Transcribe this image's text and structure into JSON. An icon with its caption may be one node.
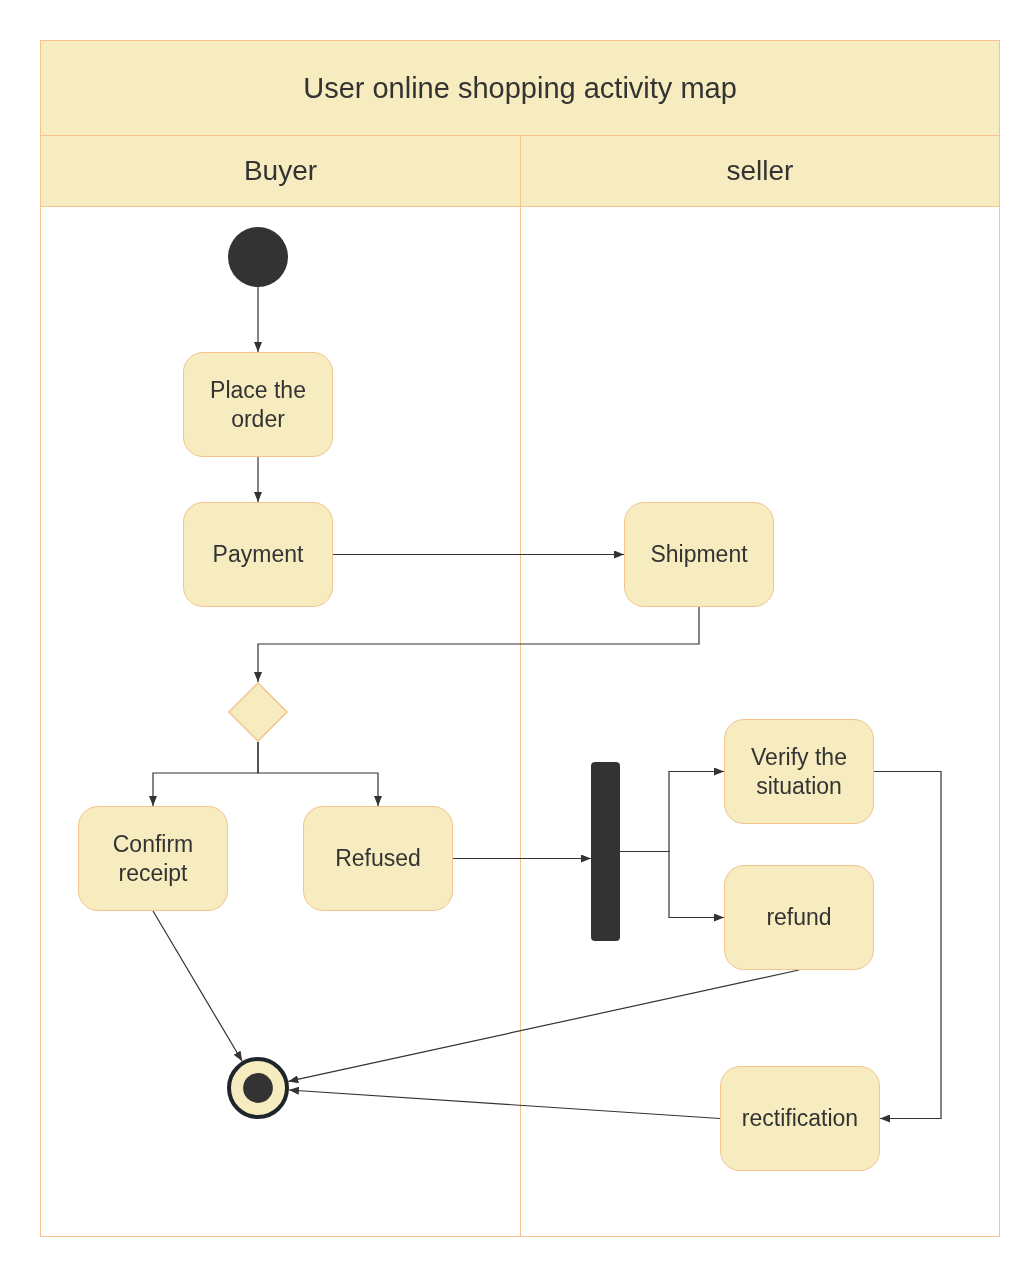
{
  "diagram": {
    "nodes": [
      {
        "text": [
          "User online shopping activity map"
        ]
      },
      {
        "text": [
          "Buyer"
        ],
        "in": 0
      },
      {
        "text": [
          "seller"
        ],
        "in": 0
      },
      {
        "text": [],
        "shape": "circle",
        "in": 1
      },
      {
        "text": [
          "Place the order"
        ],
        "in": 1
      },
      {
        "text": [
          "Payment"
        ],
        "in": 1
      },
      {
        "text": [
          "Shipment"
        ],
        "in": 2
      },
      {
        "text": [],
        "shape": "diamond",
        "in": 1
      },
      {
        "text": [
          "Confirm receipt"
        ],
        "in": 1
      },
      {
        "text": [
          "Refused"
        ],
        "in": 1
      },
      {
        "text": [],
        "shape": "bar",
        "in": 2
      },
      {
        "text": [
          "Verify the situation"
        ],
        "in": 2
      },
      {
        "text": [
          "refund"
        ],
        "in": 2
      },
      {
        "text": [],
        "shape": "circle",
        "in": 1
      },
      {
        "text": [
          "rectification"
        ],
        "in": 2
      }
    ],
    "edges": [
      {
        "from": 3,
        "to": 4,
        "arrow": "to"
      },
      {
        "from": 4,
        "to": 5,
        "arrow": "to"
      },
      {
        "from": 5,
        "to": 6,
        "arrow": "to"
      },
      {
        "from": 6,
        "to": 7,
        "arrow": "to"
      },
      {
        "from": 7,
        "to": 8,
        "arrow": "to"
      },
      {
        "from": 7,
        "to": 9,
        "arrow": "to"
      },
      {
        "from": 9,
        "to": 10,
        "arrow": "to"
      },
      {
        "from": 10,
        "to": 11,
        "arrow": "to"
      },
      {
        "from": 10,
        "to": 12,
        "arrow": "to"
      },
      {
        "from": 11,
        "to": 14,
        "arrow": "to"
      },
      {
        "from": 8,
        "to": 13,
        "arrow": "to"
      },
      {
        "from": 12,
        "to": 13,
        "arrow": "to"
      },
      {
        "from": 14,
        "to": 13,
        "arrow": "to"
      }
    ]
  }
}
